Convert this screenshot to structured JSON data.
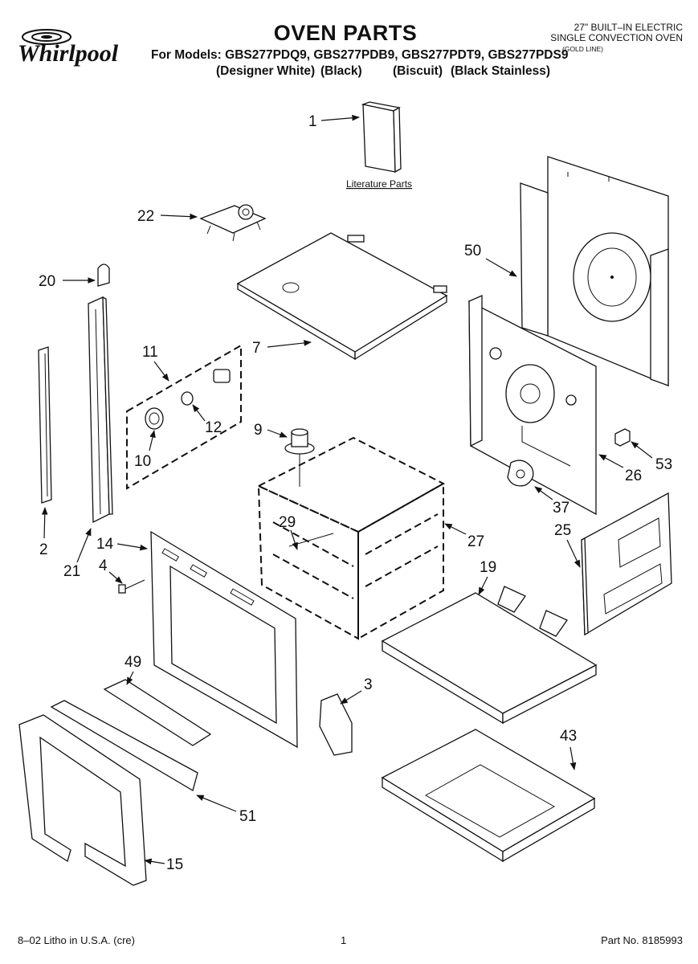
{
  "header": {
    "brand": "Whirlpool",
    "title": "OVEN PARTS",
    "models_line": "For Models: GBS277PDQ9, GBS277PDB9, GBS277PDT9, GBS277PDS9",
    "finishes": [
      "(Designer White)",
      "(Black)",
      "(Biscuit)",
      "(Black Stainless)"
    ],
    "product_line1": "27\" BUILT–IN ELECTRIC",
    "product_line2": "SINGLE CONVECTION OVEN",
    "product_line3": "(GOLD LINE)"
  },
  "diagram": {
    "literature_label": "Literature Parts",
    "callouts": [
      "1",
      "22",
      "50",
      "20",
      "11",
      "7",
      "12",
      "10",
      "9",
      "26",
      "53",
      "2",
      "21",
      "14",
      "4",
      "29",
      "27",
      "37",
      "25",
      "19",
      "49",
      "3",
      "43",
      "51",
      "15"
    ]
  },
  "footer": {
    "litho": "8–02 Litho in U.S.A. (cre)",
    "page": "1",
    "part_no": "Part No. 8185993"
  }
}
